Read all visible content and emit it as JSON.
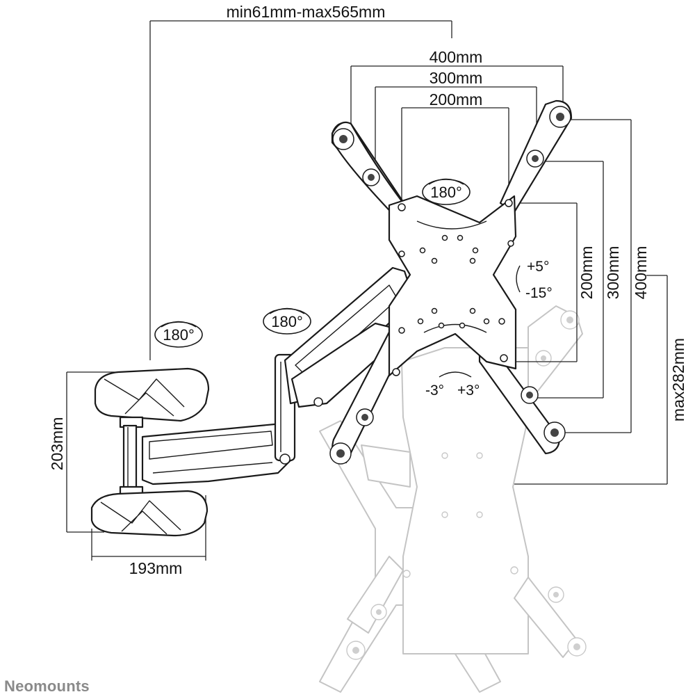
{
  "dimensions": {
    "arm_extension": "min61mm-max565mm",
    "vesa_width_400": "400mm",
    "vesa_width_300": "300mm",
    "vesa_width_200": "200mm",
    "vesa_height_200": "200mm",
    "vesa_height_300": "300mm",
    "vesa_height_400": "400mm",
    "max_height_shift": "max282mm",
    "wall_plate_height": "203mm",
    "wall_plate_width": "193mm"
  },
  "rotations": {
    "wall_swivel": "180°",
    "arm_swivel": "180°",
    "screen_swivel": "180°"
  },
  "tilt": {
    "up": "+5°",
    "down": "-15°",
    "roll_left": "-3°",
    "roll_right": "+3°"
  },
  "brand": {
    "logo_text": "Neomounts"
  },
  "colors": {
    "line": "#1a1a1a",
    "ghost": "#c4c4c4",
    "brand": "#8a8a8a",
    "background": "#ffffff"
  }
}
